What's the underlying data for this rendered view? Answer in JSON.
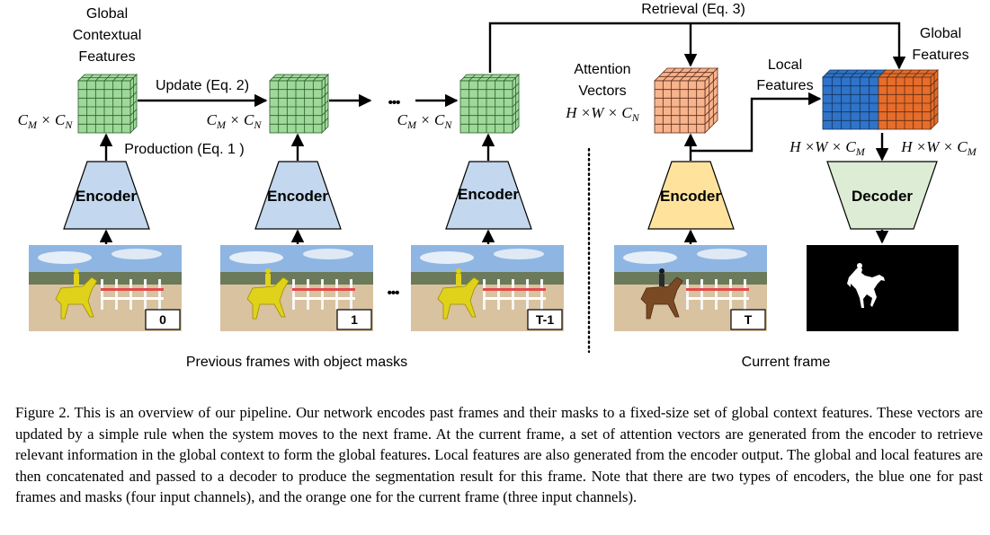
{
  "labels": {
    "global_contextual_features": [
      "Global",
      "Contextual",
      "Features"
    ],
    "update": "Update (Eq. 2)",
    "production": "Production (Eq. 1 )",
    "retrieval": "Retrieval (Eq. 3)",
    "attention_vectors": [
      "Attention",
      "Vectors"
    ],
    "local_features": [
      "Local",
      "Features"
    ],
    "global_features": [
      "Global",
      "Features"
    ],
    "dims_cm_cn": "C_M × C_N",
    "dims_hwcn": "H ×W × C_N",
    "dims_hwcm_left": "H ×W × C_M",
    "dims_hwcm_right": "H ×W × C_M",
    "ellipsis": "•••",
    "encoder": "Encoder",
    "decoder": "Decoder",
    "previous_frames": "Previous frames with object masks",
    "current_frame": "Current frame"
  },
  "frames": [
    {
      "label": "0",
      "mask": true
    },
    {
      "label": "1",
      "mask": true
    },
    {
      "label": "T-1",
      "mask": true
    },
    {
      "label": "T",
      "mask": false
    }
  ],
  "colors": {
    "memory_cube": "#9fd99a",
    "attention_cube": "#f7b48d",
    "blue_features": "#2f74c8",
    "orange_features": "#e66d2a",
    "encoder_blue": "#c3d7ee",
    "encoder_orange": "#ffe39c",
    "decoder_green": "#dcecd5"
  },
  "caption": "Figure 2. This is an overview of our pipeline. Our network encodes past frames and their masks to a fixed-size set of global context features. These vectors are updated by a simple rule when the system moves to the next frame. At the current frame, a set of attention vectors are generated from the encoder to retrieve relevant information in the global context to form the global features. Local features are also generated from the encoder output. The global and local features are then concatenated and passed to a decoder to produce the segmentation result for this frame. Note that there are two types of encoders, the blue one for past frames and masks (four input channels), and the orange one for the current frame (three input channels)."
}
